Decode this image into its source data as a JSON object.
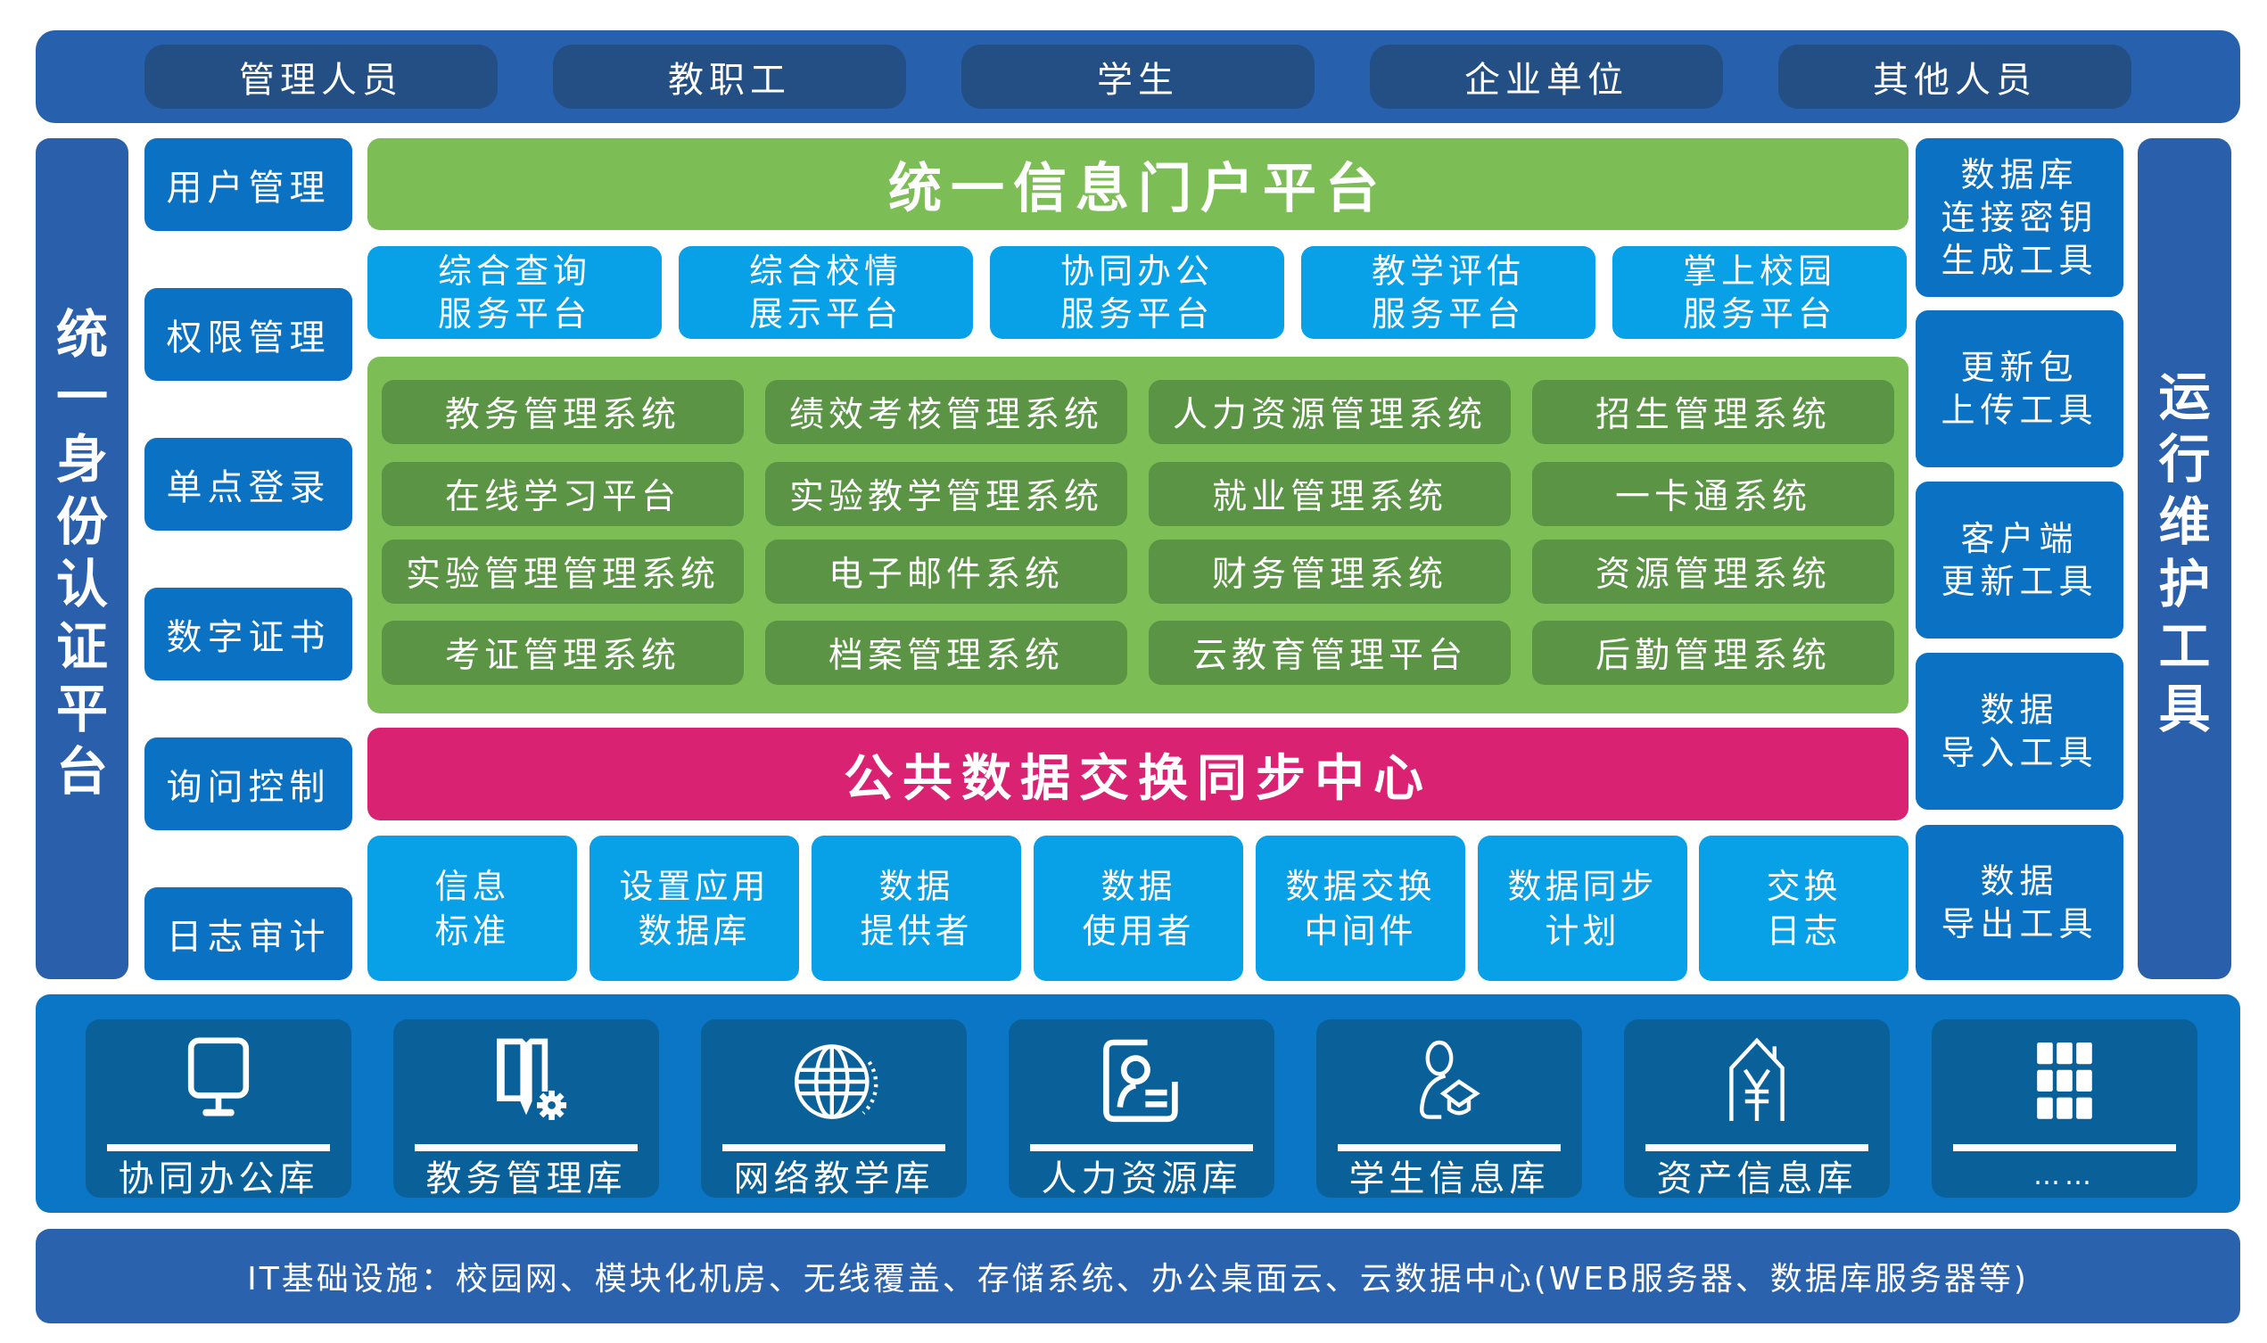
{
  "users": {
    "items": [
      {
        "label": "管理人员"
      },
      {
        "label": "教职工"
      },
      {
        "label": "学生"
      },
      {
        "label": "企业单位"
      },
      {
        "label": "其他人员"
      }
    ]
  },
  "identity_platform": {
    "title_chars": [
      "统",
      "一",
      "身",
      "份",
      "认",
      "证",
      "平",
      "台"
    ],
    "items": [
      {
        "label": "用户管理"
      },
      {
        "label": "权限管理"
      },
      {
        "label": "单点登录"
      },
      {
        "label": "数字证书"
      },
      {
        "label": "询问控制"
      },
      {
        "label": "日志审计"
      }
    ]
  },
  "portal": {
    "title": "统一信息门户平台",
    "services": [
      {
        "line1": "综合查询",
        "line2": "服务平台"
      },
      {
        "line1": "综合校情",
        "line2": "展示平台"
      },
      {
        "line1": "协同办公",
        "line2": "服务平台"
      },
      {
        "line1": "教学评估",
        "line2": "服务平台"
      },
      {
        "line1": "掌上校园",
        "line2": "服务平台"
      }
    ]
  },
  "systems": {
    "rows": [
      [
        "教务管理系统",
        "绩效考核管理系统",
        "人力资源管理系统",
        "招生管理系统"
      ],
      [
        "在线学习平台",
        "实验教学管理系统",
        "就业管理系统",
        "一卡通系统"
      ],
      [
        "实验管理管理系统",
        "电子邮件系统",
        "财务管理系统",
        "资源管理系统"
      ],
      [
        "考证管理系统",
        "档案管理系统",
        "云教育管理平台",
        "后勤管理系统"
      ]
    ]
  },
  "exchange": {
    "title": "公共数据交换同步中心",
    "items": [
      {
        "line1": "信息",
        "line2": "标准"
      },
      {
        "line1": "设置应用",
        "line2": "数据库"
      },
      {
        "line1": "数据",
        "line2": "提供者"
      },
      {
        "line1": "数据",
        "line2": "使用者"
      },
      {
        "line1": "数据交换",
        "line2": "中间件"
      },
      {
        "line1": "数据同步",
        "line2": "计划"
      },
      {
        "line1": "交换",
        "line2": "日志"
      }
    ]
  },
  "ops_tools": {
    "title_chars": [
      "运",
      "行",
      "维",
      "护",
      "工",
      "具"
    ],
    "items": [
      {
        "lines": [
          "数据库",
          "连接密钥",
          "生成工具"
        ]
      },
      {
        "lines": [
          "更新包",
          "上传工具"
        ]
      },
      {
        "lines": [
          "客户端",
          "更新工具"
        ]
      },
      {
        "lines": [
          "数据",
          "导入工具"
        ]
      },
      {
        "lines": [
          "数据",
          "导出工具"
        ]
      }
    ]
  },
  "databases": {
    "items": [
      {
        "label": "协同办公库",
        "icon": "monitor-icon"
      },
      {
        "label": "教务管理库",
        "icon": "book-gear-icon"
      },
      {
        "label": "网络教学库",
        "icon": "globe-icon"
      },
      {
        "label": "人力资源库",
        "icon": "id-card-icon"
      },
      {
        "label": "学生信息库",
        "icon": "graduate-user-icon"
      },
      {
        "label": "资产信息库",
        "icon": "house-yen-icon"
      },
      {
        "label": "……",
        "icon": "grid-icon"
      }
    ]
  },
  "infrastructure": {
    "text": "IT基础设施：校园网、模块化机房、无线覆盖、存储系统、办公桌面云、云数据中心(WEB服务器、数据库服务器等)"
  },
  "colors": {
    "dark_blue": "#2a5fac",
    "mid_blue": "#0b72c3",
    "light_blue": "#08a0e6",
    "green": "#7cbd55",
    "dark_green": "#5a9444",
    "magenta": "#d92272",
    "db_tile": "#0a6199"
  }
}
